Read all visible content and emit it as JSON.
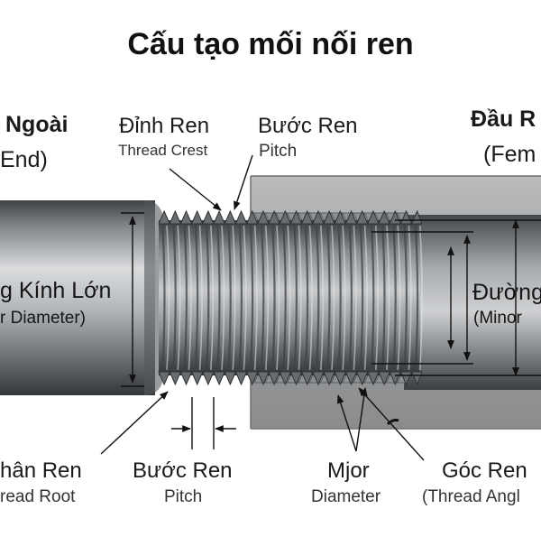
{
  "title": "Cấu tạo mối nối ren",
  "labels": {
    "male_end_vn": "Ngoài",
    "male_end_en": "End)",
    "crest_vn": "Đỉnh Ren",
    "crest_en": "Thread Crest",
    "pitch_top_vn": "Bước Ren",
    "pitch_top_en": "Pitch",
    "female_end_vn": "Đầu R",
    "female_end_en": "(Fem",
    "major_dia_vn": "g Kính Lớn",
    "major_dia_en": "r Diameter)",
    "minor_dia_vn": "Đường",
    "minor_dia_en": "(Minor",
    "root_vn": "hân Ren",
    "root_en": "read Root",
    "pitch_bottom_vn": "Bước Ren",
    "pitch_bottom_en": "Pitch",
    "major_vn": "Mjor",
    "major_en": "Diameter",
    "angle_vn": "Góc Ren",
    "angle_en": "(Thread Angl"
  },
  "colors": {
    "metal_light": "#c9cbcd",
    "metal_mid": "#8e9194",
    "metal_dark": "#4a4d50",
    "nut_face": "#9a9c9e",
    "line": "#111111"
  }
}
